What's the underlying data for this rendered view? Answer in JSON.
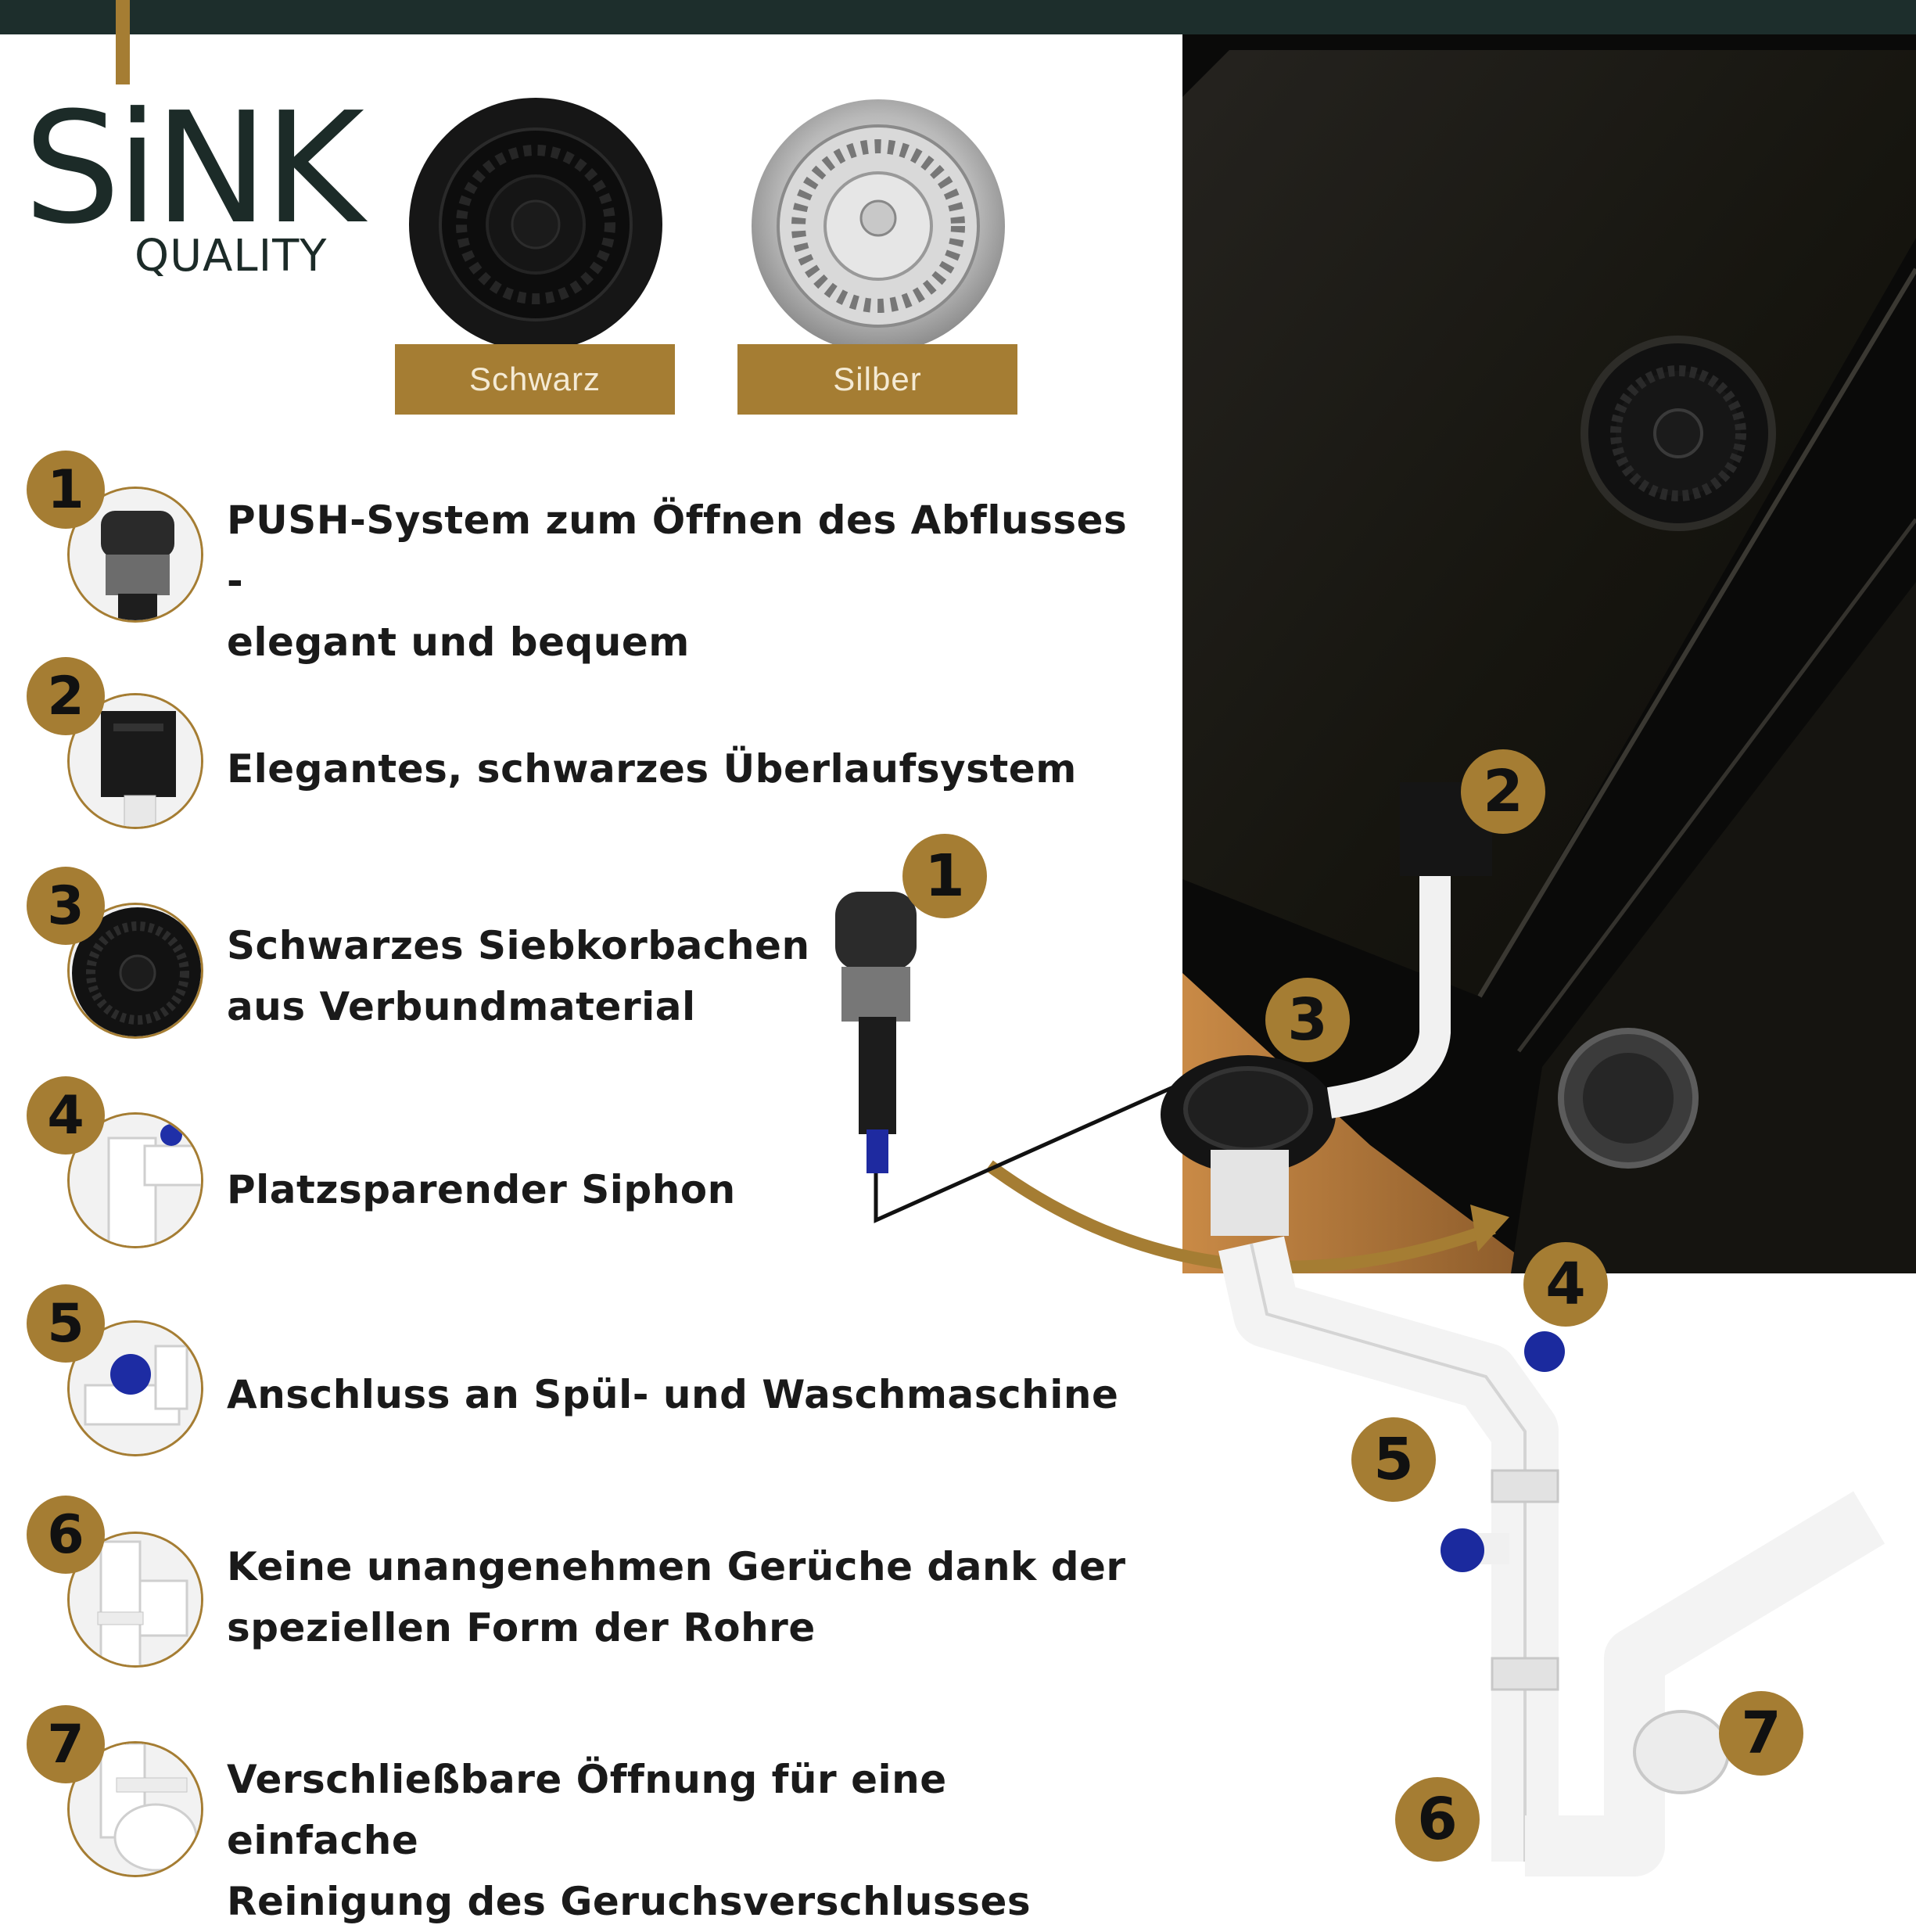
{
  "brand": {
    "name": "SiNK",
    "tagline": "QUALITY"
  },
  "colors": {
    "accent": "#a57d33",
    "dark": "#1d2e2c",
    "text": "#1a1a1a"
  },
  "variants": [
    {
      "label": "Schwarz",
      "icon": "black-strainer-icon"
    },
    {
      "label": "Silber",
      "icon": "silver-strainer-icon"
    }
  ],
  "features": [
    {
      "number": "1",
      "line1": "PUSH-System zum Öffnen des Abflusses -",
      "line2": "elegant und bequem"
    },
    {
      "number": "2",
      "line1": "Elegantes, schwarzes Überlaufsystem",
      "line2": ""
    },
    {
      "number": "3",
      "line1": "Schwarzes Siebkorbachen",
      "line2": "aus Verbundmaterial"
    },
    {
      "number": "4",
      "line1": "Platzsparender Siphon",
      "line2": ""
    },
    {
      "number": "5",
      "line1": "Anschluss an Spül- und Waschmaschine",
      "line2": ""
    },
    {
      "number": "6",
      "line1": "Keine unangenehmen Gerüche dank der",
      "line2": "speziellen Form der Rohre"
    },
    {
      "number": "7",
      "line1": "Verschließbare Öffnung für eine einfache",
      "line2": "Reinigung des Geruchsverschlusses"
    }
  ],
  "diagram_labels": [
    "1",
    "2",
    "3",
    "4",
    "5",
    "6",
    "7"
  ]
}
